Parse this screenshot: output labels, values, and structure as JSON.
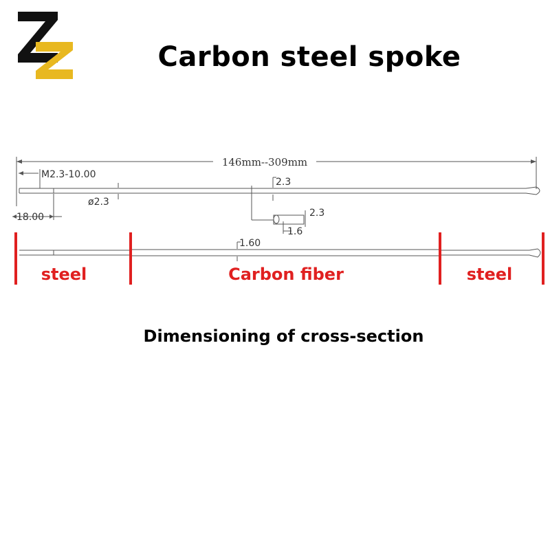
{
  "title": "Carbon steel spoke",
  "colors": {
    "logo_black": "#111111",
    "logo_gold": "#e8b820",
    "label_red": "#e02020",
    "divider_red": "#e02020",
    "line_gray": "#555555"
  },
  "logo_icon": "zz-logo-icon",
  "top_drawing": {
    "overall_length": "146mm--309mm",
    "thread": "M2.3-10.00",
    "thread_length": "18.00",
    "diameter": "ø2.3",
    "head_dim": "2.3",
    "cross_section_height": "2.3",
    "cross_section_width": "1.6"
  },
  "bottom_drawing": {
    "diameter": "1.60",
    "sections": [
      {
        "label": "steel"
      },
      {
        "label": "Carbon fiber"
      },
      {
        "label": "steel"
      }
    ]
  },
  "caption": "Dimensioning of cross-section"
}
